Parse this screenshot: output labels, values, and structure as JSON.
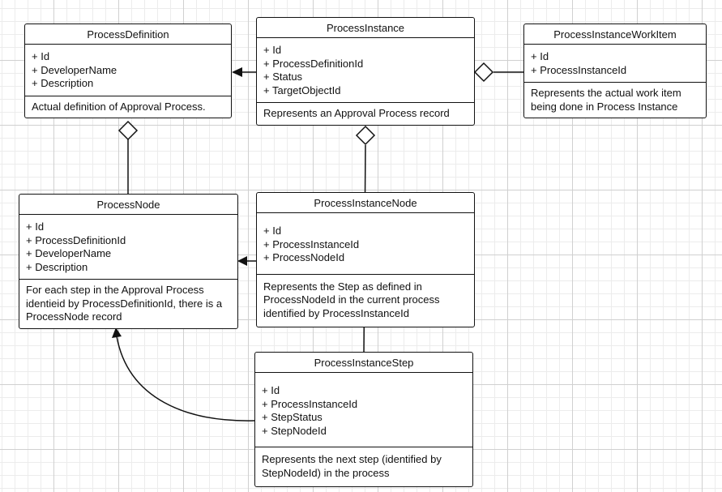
{
  "classes": {
    "process_definition": {
      "name": "ProcessDefinition",
      "attributes": [
        "+ Id",
        "+ DeveloperName",
        "+ Description"
      ],
      "note": "Actual definition of Approval Process."
    },
    "process_instance": {
      "name": "ProcessInstance",
      "attributes": [
        "+ Id",
        "+ ProcessDefinitionId",
        "+ Status",
        "+ TargetObjectId"
      ],
      "note": "Represents an Approval Process record"
    },
    "process_instance_work_item": {
      "name": "ProcessInstanceWorkItem",
      "attributes": [
        "+ Id",
        "+ ProcessInstanceId"
      ],
      "note": "Represents the actual work item being done in Process Instance"
    },
    "process_node": {
      "name": "ProcessNode",
      "attributes": [
        "+ Id",
        "+ ProcessDefinitionId",
        "+ DeveloperName",
        "+ Description"
      ],
      "note": "For each step in the Approval Process identieid by ProcessDefinitionId, there is a ProcessNode record"
    },
    "process_instance_node": {
      "name": "ProcessInstanceNode",
      "attributes": [
        "+ Id",
        "+ ProcessInstanceId",
        "+ ProcessNodeId"
      ],
      "note": "Represents the Step as defined in ProcessNodeId in the current process identified by ProcessInstanceId"
    },
    "process_instance_step": {
      "name": "ProcessInstanceStep",
      "attributes": [
        "+ Id",
        "+ ProcessInstanceId",
        "+ StepStatus",
        "+ StepNodeId"
      ],
      "note": "Represents the next step (identified by StepNodeId)  in the process"
    }
  },
  "colors": {
    "line": "#111111",
    "grid_major": "#d0d0d0",
    "grid_minor": "#ececec",
    "box_fill": "#ffffff"
  }
}
